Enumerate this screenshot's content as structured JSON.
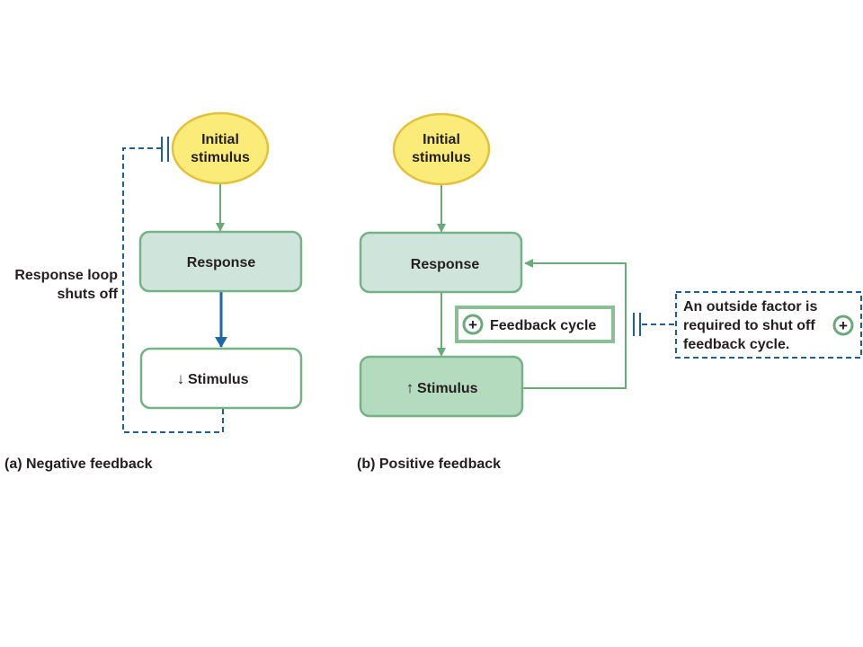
{
  "negative": {
    "caption": "(a) Negative feedback",
    "stimulus_line1": "Initial",
    "stimulus_line2": "stimulus",
    "response": "Response",
    "decrease_arrow": "↓",
    "result": "Stimulus",
    "loop_label_line1": "Response loop",
    "loop_label_line2": "shuts off"
  },
  "positive": {
    "caption": "(b) Positive feedback",
    "stimulus_line1": "Initial",
    "stimulus_line2": "stimulus",
    "response": "Response",
    "increase_arrow": "↑",
    "result": "Stimulus",
    "cycle_symbol": "+",
    "cycle_label": "Feedback cycle",
    "note_line1": "An outside factor is",
    "note_line2": "required to shut off",
    "note_line3": "feedback cycle.",
    "note_symbol": "+"
  },
  "colors": {
    "stimulus_fill": "#fbec7a",
    "stimulus_stroke": "#e2c23a",
    "response_fill": "#cfe5dc",
    "box_stroke": "#76b285",
    "result_fill_positive": "#b5dbbf",
    "arrow_green": "#6aa979",
    "arrow_blue": "#1f68a6",
    "dashed_blue": "#1f5f92"
  }
}
